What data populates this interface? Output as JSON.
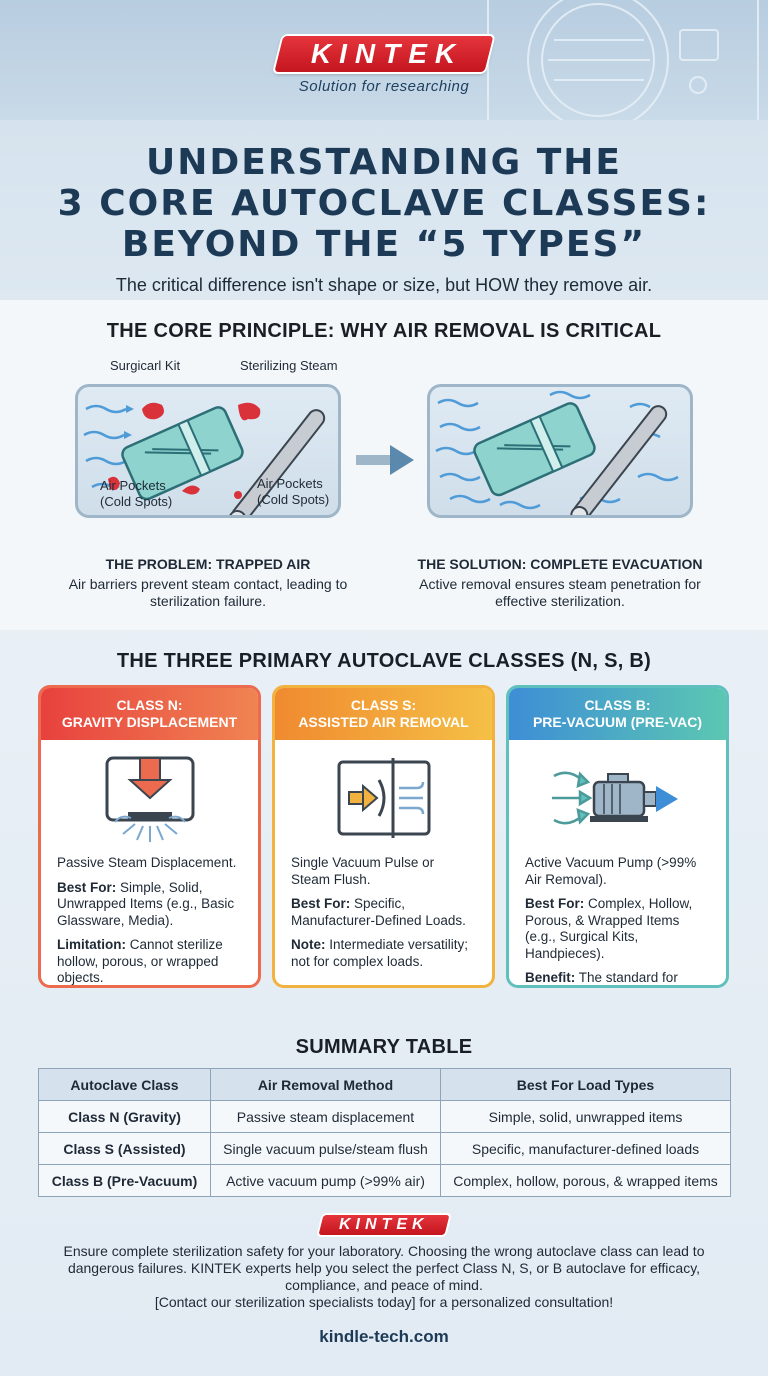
{
  "brand": {
    "name": "KINTEK",
    "tagline": "Solution for researching",
    "color": "#d4202a"
  },
  "title": {
    "line1": "UNDERSTANDING THE",
    "line2": "3 CORE AUTOCLAVE CLASSES:",
    "line3": "BEYOND THE “5 TYPES”",
    "subtitle": "The critical difference isn't shape or size, but HOW they remove air."
  },
  "principle": {
    "heading": "THE CORE PRINCIPLE: WHY AIR REMOVAL IS CRITICAL",
    "problem": {
      "label_kit": "Surgicarl Kit",
      "label_steam": "Sterilizing Steam",
      "label_air1": "Air Pockets\n(Cold Spots)",
      "label_air2": "Air Pockets\n(Cold Spots)",
      "title": "THE PROBLEM: TRAPPED AIR",
      "text": "Air barriers prevent steam contact, leading to sterilization failure."
    },
    "solution": {
      "title": "THE SOLUTION: COMPLETE EVACUATION",
      "text": "Active removal ensures steam penetration for effective sterilization."
    }
  },
  "classes": {
    "heading": "THE THREE PRIMARY AUTOCLAVE CLASSES (N, S, B)",
    "n": {
      "title1": "CLASS N:",
      "title2": "GRAVITY DISPLACEMENT",
      "desc": "Passive Steam Displacement.",
      "best_label": "Best For:",
      "best": " Simple, Solid, Unwrapped Items (e.g., Basic Glassware, Media).",
      "note_label": "Limitation:",
      "note": " Cannot sterilize hollow, porous, or wrapped objects."
    },
    "s": {
      "title1": "CLASS S:",
      "title2": "ASSISTED AIR REMOVAL",
      "desc": "Single Vacuum Pulse or Steam Flush.",
      "best_label": "Best For:",
      "best": " Specific, Manufacturer-Defined Loads.",
      "note_label": "Note:",
      "note": " Intermediate versatility; not for complex loads."
    },
    "b": {
      "title1": "CLASS B:",
      "title2": "PRE-VACUUM (PRE-VAC)",
      "desc": "Active Vacuum Pump (>99% Air Removal).",
      "best_label": "Best For:",
      "best": " Complex, Hollow, Porous, & Wrapped Items (e.g., Surgical Kits, Handpieces).",
      "note_label": "Benefit:",
      "note": " The standard for medical & dental assurance."
    }
  },
  "summary": {
    "heading": "SUMMARY TABLE",
    "headers": [
      "Autoclave Class",
      "Air Removal Method",
      "Best For Load Types"
    ],
    "rows": [
      [
        "Class N (Gravity)",
        "Passive steam displacement",
        "Simple, solid, unwrapped items"
      ],
      [
        "Class S (Assisted)",
        "Single vacuum pulse/steam flush",
        "Specific, manufacturer-defined loads"
      ],
      [
        "Class B (Pre-Vacuum)",
        "Active vacuum pump (>99% air)",
        "Complex, hollow, porous, & wrapped items"
      ]
    ]
  },
  "footer": {
    "text": "Ensure complete sterilization safety for your laboratory. Choosing the wrong autoclave class can lead to dangerous failures. KINTEK experts help you select the perfect Class N, S, or B autoclave for efficacy, compliance, and peace of mind.",
    "cta": "[Contact our sterilization specialists today] for a personalized consultation!",
    "url": "kindle-tech.com"
  }
}
